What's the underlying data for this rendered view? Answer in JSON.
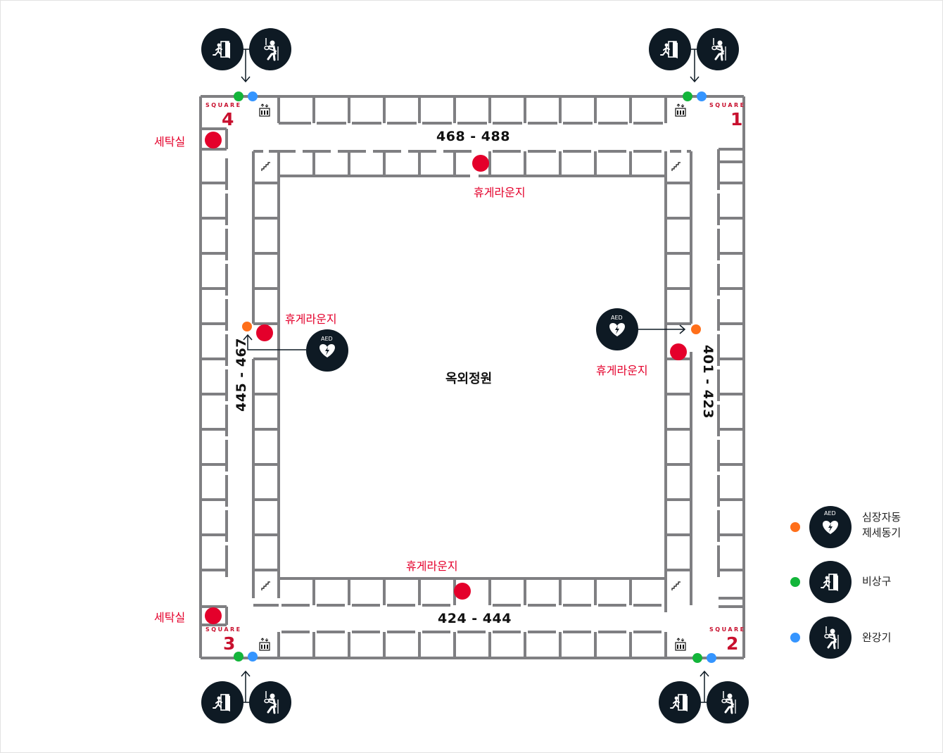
{
  "map": {
    "center_label": "옥외정원",
    "squares": [
      {
        "id": "square-1",
        "caption": "SQUARE",
        "number": "1"
      },
      {
        "id": "square-2",
        "caption": "SQUARE",
        "number": "2"
      },
      {
        "id": "square-3",
        "caption": "SQUARE",
        "number": "3"
      },
      {
        "id": "square-4",
        "caption": "SQUARE",
        "number": "4"
      }
    ],
    "room_ranges": {
      "top": "468 - 488",
      "right": "401 - 423",
      "bottom": "424 - 444",
      "left": "445 - 467"
    },
    "facilities": {
      "lounge": "휴게라운지",
      "laundry": "세탁실"
    },
    "aed_badge": "AED"
  },
  "legend": {
    "items": [
      {
        "label": "심장자동\n제세동기",
        "line1": "심장자동",
        "line2": "제세동기",
        "icon": "aed-icon",
        "color": "#ff6f1a"
      },
      {
        "label": "비상구",
        "icon": "emergency-exit-icon",
        "color": "#13b53a"
      },
      {
        "label": "완강기",
        "icon": "descender-icon",
        "color": "#3595ff"
      }
    ]
  },
  "colors": {
    "wall": "#7f7f82",
    "marker_red": "#e4002b",
    "aed": "#ff6f1a",
    "exit": "#13b53a",
    "descender": "#3595ff",
    "icon_bg": "#0e1a24",
    "square_red": "#c8102e"
  }
}
